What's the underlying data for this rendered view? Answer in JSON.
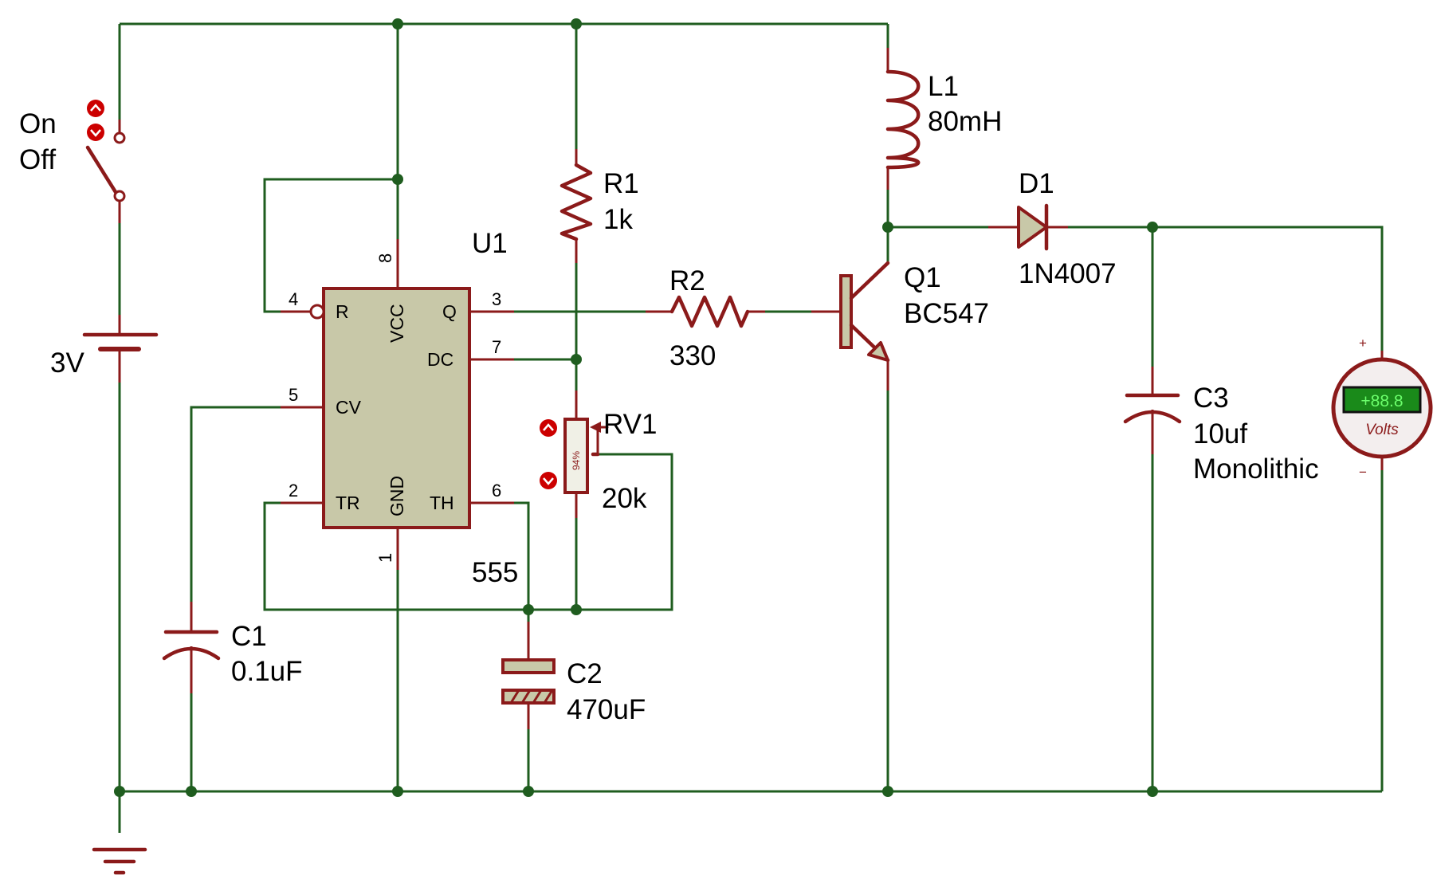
{
  "switch": {
    "on_label": "On",
    "off_label": "Off"
  },
  "battery": {
    "value": "3V"
  },
  "u1": {
    "ref": "U1",
    "part": "555",
    "pin_names": {
      "r": "R",
      "vcc": "VCC",
      "q": "Q",
      "dc": "DC",
      "cv": "CV",
      "tr": "TR",
      "gnd": "GND",
      "th": "TH"
    },
    "pin_numbers": {
      "r": "4",
      "vcc": "8",
      "q": "3",
      "dc": "7",
      "cv": "5",
      "tr": "2",
      "gnd": "1",
      "th": "6"
    }
  },
  "r1": {
    "ref": "R1",
    "value": "1k"
  },
  "r2": {
    "ref": "R2",
    "value": "330"
  },
  "rv1": {
    "ref": "RV1",
    "value": "20k",
    "wiper": "94%"
  },
  "c1": {
    "ref": "C1",
    "value": "0.1uF"
  },
  "c2": {
    "ref": "C2",
    "value": "470uF"
  },
  "c3": {
    "ref": "C3",
    "value": "10uf",
    "type": "Monolithic"
  },
  "l1": {
    "ref": "L1",
    "value": "80mH"
  },
  "d1": {
    "ref": "D1",
    "value": "1N4007"
  },
  "q1": {
    "ref": "Q1",
    "value": "BC547"
  },
  "voltmeter": {
    "reading": "+88.8",
    "unit": "Volts",
    "plus": "+",
    "minus": "−"
  },
  "colors": {
    "wire": "#1f5d1f",
    "component": "#8b1a1a",
    "chip_fill": "#c8c8a8",
    "display": "#1a8a1a"
  }
}
